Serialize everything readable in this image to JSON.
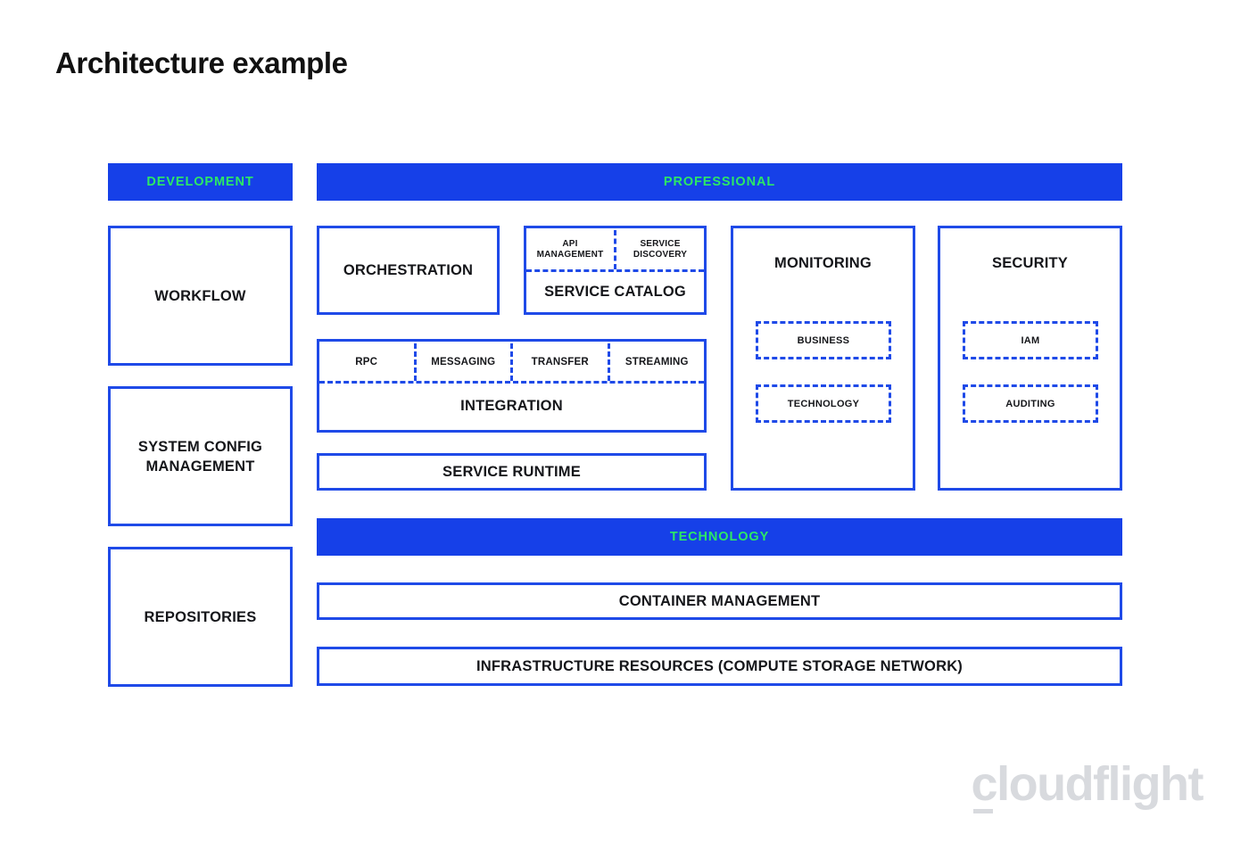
{
  "page": {
    "title": "Architecture example",
    "background": "#ffffff"
  },
  "colors": {
    "brand_blue": "#1640e8",
    "border_blue": "#1f4ae8",
    "accent_green": "#2ce866",
    "text_dark": "#15161a",
    "logo_gray": "#d8dade"
  },
  "banners": {
    "development": "DEVELOPMENT",
    "professional": "PROFESSIONAL",
    "technology": "TECHNOLOGY"
  },
  "left_column": {
    "items": [
      {
        "label": "WORKFLOW"
      },
      {
        "label": "SYSTEM CONFIG\nMANAGEMENT"
      },
      {
        "label": "REPOSITORIES"
      }
    ]
  },
  "professional": {
    "orchestration": {
      "label": "ORCHESTRATION"
    },
    "service_catalog": {
      "label": "SERVICE CATALOG",
      "sub_items": [
        "API\nMANAGEMENT",
        "SERVICE\nDISCOVERY"
      ]
    },
    "integration": {
      "label": "INTEGRATION",
      "sub_items": [
        "RPC",
        "MESSAGING",
        "TRANSFER",
        "STREAMING"
      ]
    },
    "service_runtime": {
      "label": "SERVICE RUNTIME"
    },
    "monitoring": {
      "label": "MONITORING",
      "sub_items": [
        "BUSINESS",
        "TECHNOLOGY"
      ]
    },
    "security": {
      "label": "SECURITY",
      "sub_items": [
        "IAM",
        "AUDITING"
      ]
    }
  },
  "technology_section": {
    "container_management": "CONTAINER MANAGEMENT",
    "infrastructure": "INFRASTRUCTURE RESOURCES (COMPUTE STORAGE NETWORK)"
  },
  "logo": {
    "first_letter": "c",
    "rest": "loudflight"
  }
}
